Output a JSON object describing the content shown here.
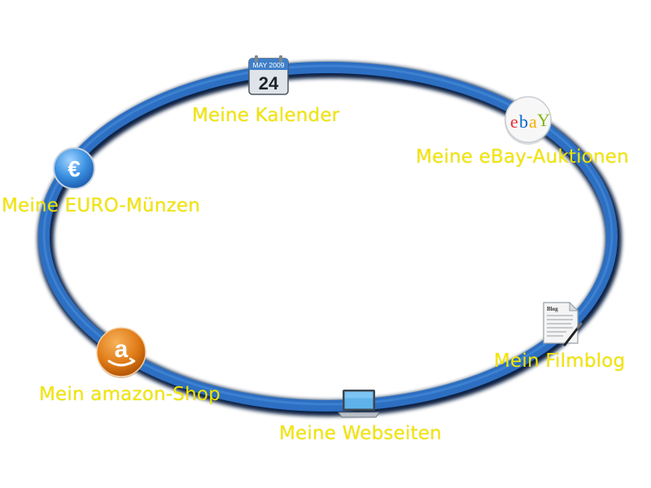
{
  "colors": {
    "ring": "#2d6fc2",
    "ring_highlight": "#4a90de",
    "ring_shadow": "#0c2244",
    "label": "#f3e600"
  },
  "menu": {
    "items": [
      {
        "id": "kalender",
        "label": "Meine Kalender",
        "icon": "calendar-icon",
        "month": "MAY 2009",
        "day": "24"
      },
      {
        "id": "ebay",
        "label": "Meine eBay-Auktionen",
        "icon": "ebay-icon",
        "logo": [
          "e",
          "b",
          "a",
          "Y"
        ]
      },
      {
        "id": "filmblog",
        "label": "Mein Filmblog",
        "icon": "blog-document-icon",
        "doc_title": "Blog"
      },
      {
        "id": "webseiten",
        "label": "Meine Webseiten",
        "icon": "laptop-icon"
      },
      {
        "id": "amazon",
        "label": "Mein amazon-Shop",
        "icon": "amazon-icon",
        "letter": "a"
      },
      {
        "id": "euro",
        "label": "Meine EURO-Münzen",
        "icon": "euro-icon",
        "symbol": "€"
      }
    ]
  }
}
